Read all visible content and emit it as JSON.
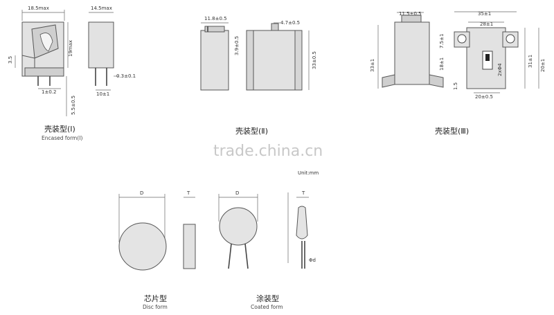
{
  "watermark": "trade.china.cn",
  "unit_note": "Unit:mm",
  "case1": {
    "caption": "壳装型(Ⅰ)",
    "subcaption": "Encased form(Ⅰ)",
    "dims": [
      "18.5max",
      "14.5max",
      "19max",
      "3.5",
      "1±0.2",
      "5.5±0.5",
      "0.3±0.1",
      "10±1"
    ]
  },
  "case2": {
    "caption": "壳装型(Ⅱ)",
    "dims": [
      "11.8±0.5",
      "4.7±0.5",
      "3.9±0.5",
      "33±0.5"
    ]
  },
  "case3": {
    "caption": "壳装型(Ⅲ)",
    "dims": [
      "11.5±0.5",
      "35±1",
      "28±1",
      "33±1",
      "7.5±1",
      "18±1",
      "1.5",
      "31±1",
      "20±1",
      "20±0.5",
      "2xΦ4"
    ]
  },
  "disc": {
    "caption": "芯片型",
    "subcaption": "Disc form",
    "d_label": "D",
    "t_label": "T"
  },
  "coated": {
    "caption": "涂装型",
    "subcaption": "Coated form",
    "d_label": "D",
    "t_label": "T",
    "lead_label": "Φd"
  }
}
